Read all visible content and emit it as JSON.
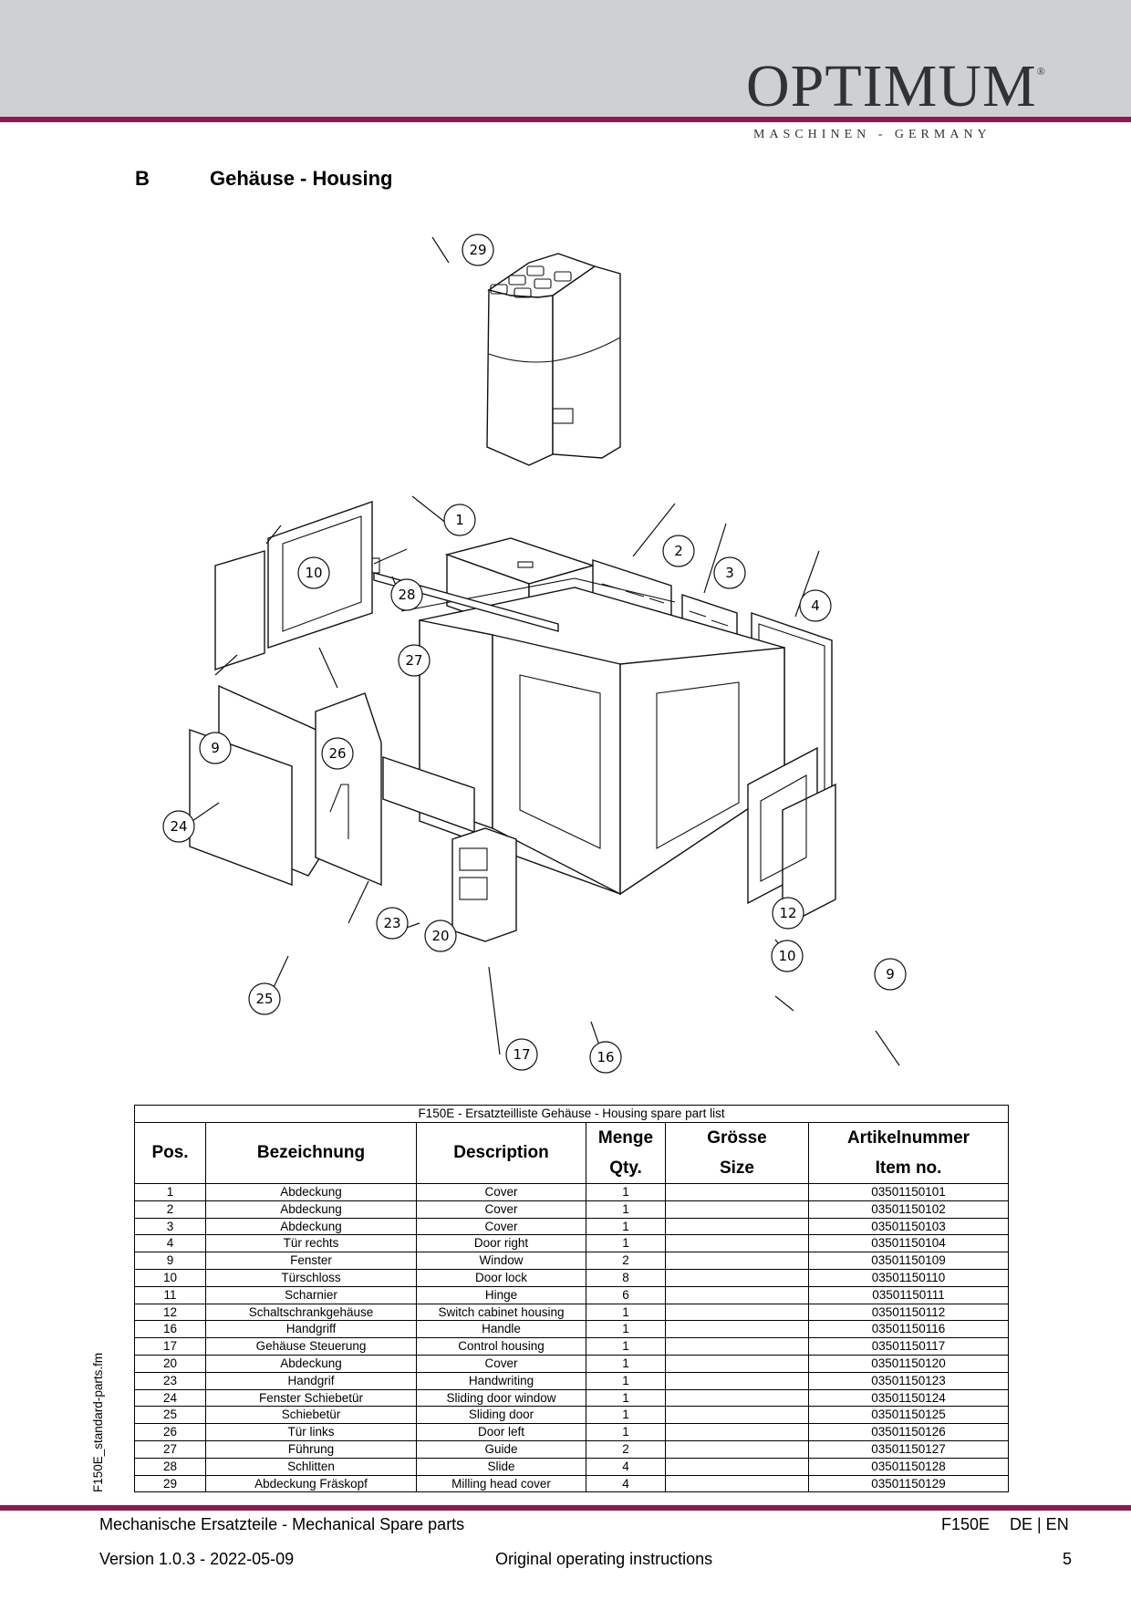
{
  "header": {
    "brand": "OPTIMUM",
    "registered": "®",
    "tagline": "MASCHINEN - GERMANY"
  },
  "section": {
    "letter": "B",
    "title": "Gehäuse - Housing"
  },
  "diagram": {
    "callouts": [
      "29",
      "1",
      "2",
      "3",
      "4",
      "10",
      "28",
      "27",
      "9",
      "26",
      "24",
      "23",
      "20",
      "25",
      "12",
      "10",
      "9",
      "17",
      "16"
    ]
  },
  "table": {
    "caption": "F150E - Ersatzteilliste Gehäuse - Housing spare part list",
    "headers": {
      "pos": "Pos.",
      "bezeichnung": "Bezeichnung",
      "description": "Description",
      "menge": "Menge",
      "qty": "Qty.",
      "groesse": "Grösse",
      "size": "Size",
      "artikelnummer": "Artikelnummer",
      "item_no": "Item no."
    },
    "rows": [
      {
        "pos": "1",
        "de": "Abdeckung",
        "en": "Cover",
        "qty": "1",
        "size": "",
        "item": "03501150101"
      },
      {
        "pos": "2",
        "de": "Abdeckung",
        "en": "Cover",
        "qty": "1",
        "size": "",
        "item": "03501150102"
      },
      {
        "pos": "3",
        "de": "Abdeckung",
        "en": "Cover",
        "qty": "1",
        "size": "",
        "item": "03501150103"
      },
      {
        "pos": "4",
        "de": "Tür rechts",
        "en": "Door right",
        "qty": "1",
        "size": "",
        "item": "03501150104"
      },
      {
        "pos": "9",
        "de": "Fenster",
        "en": "Window",
        "qty": "2",
        "size": "",
        "item": "03501150109"
      },
      {
        "pos": "10",
        "de": "Türschloss",
        "en": "Door lock",
        "qty": "8",
        "size": "",
        "item": "03501150110"
      },
      {
        "pos": "11",
        "de": "Scharnier",
        "en": "Hinge",
        "qty": "6",
        "size": "",
        "item": "03501150111"
      },
      {
        "pos": "12",
        "de": "Schaltschrankgehäuse",
        "en": "Switch cabinet housing",
        "qty": "1",
        "size": "",
        "item": "03501150112"
      },
      {
        "pos": "16",
        "de": "Handgriff",
        "en": "Handle",
        "qty": "1",
        "size": "",
        "item": "03501150116"
      },
      {
        "pos": "17",
        "de": "Gehäuse Steuerung",
        "en": "Control housing",
        "qty": "1",
        "size": "",
        "item": "03501150117"
      },
      {
        "pos": "20",
        "de": "Abdeckung",
        "en": "Cover",
        "qty": "1",
        "size": "",
        "item": "03501150120"
      },
      {
        "pos": "23",
        "de": "Handgrif",
        "en": "Handwriting",
        "qty": "1",
        "size": "",
        "item": "03501150123"
      },
      {
        "pos": "24",
        "de": "Fenster Schiebetür",
        "en": "Sliding door window",
        "qty": "1",
        "size": "",
        "item": "03501150124"
      },
      {
        "pos": "25",
        "de": "Schiebetür",
        "en": "Sliding door",
        "qty": "1",
        "size": "",
        "item": "03501150125"
      },
      {
        "pos": "26",
        "de": "Tür links",
        "en": "Door left",
        "qty": "1",
        "size": "",
        "item": "03501150126"
      },
      {
        "pos": "27",
        "de": "Führung",
        "en": "Guide",
        "qty": "2",
        "size": "",
        "item": "03501150127"
      },
      {
        "pos": "28",
        "de": "Schlitten",
        "en": "Slide",
        "qty": "4",
        "size": "",
        "item": "03501150128"
      },
      {
        "pos": "29",
        "de": "Abdeckung Fräskopf",
        "en": "Milling head cover",
        "qty": "4",
        "size": "",
        "item": "03501150129"
      }
    ]
  },
  "side_label": "F150E_standard-parts.fm",
  "footer": {
    "left_top": "Mechanische Ersatzteile - Mechanical Spare parts",
    "model": "F150E",
    "lang": "DE | EN",
    "version": "Version 1.0.3 - 2022-05-09",
    "center": "Original operating instructions",
    "page": "5"
  }
}
